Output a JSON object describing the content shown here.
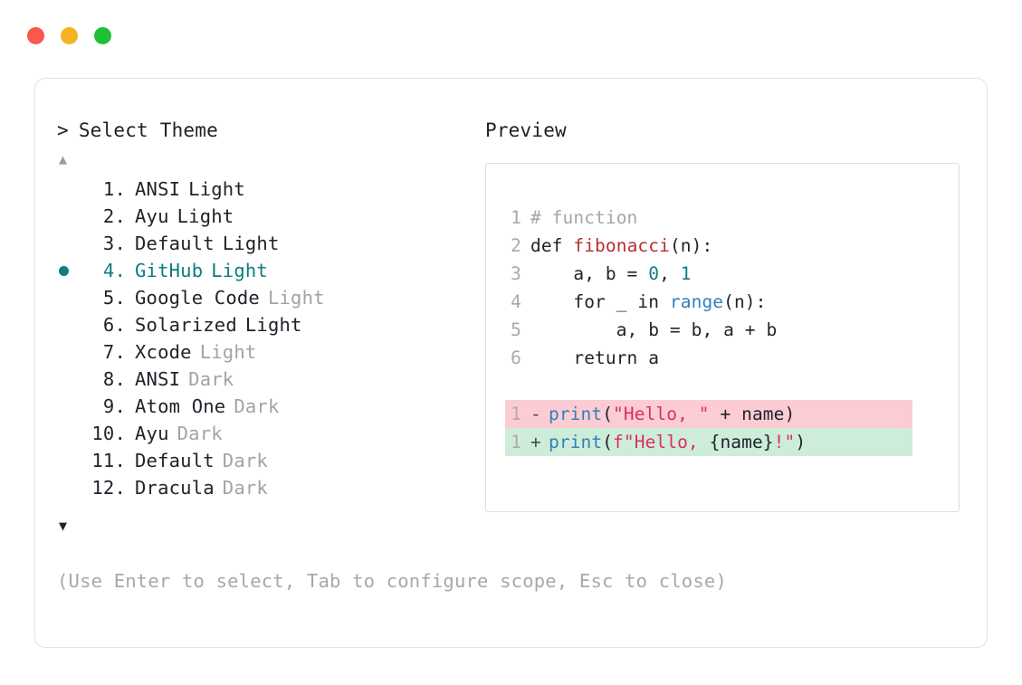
{
  "window": {
    "traffic_lights": [
      {
        "name": "close",
        "color": "#f8584f"
      },
      {
        "name": "minimize",
        "color": "#f5b322"
      },
      {
        "name": "maximize",
        "color": "#21bf35"
      }
    ]
  },
  "selector": {
    "prompt_caret": ">",
    "title": "Select Theme",
    "scroll_up_indicator": "▲",
    "scroll_down_indicator": "▼",
    "selected_index": 4,
    "bullet_glyph": "●",
    "items": [
      {
        "index": "1.",
        "name": "ANSI",
        "variant": "Light",
        "variant_muted": false,
        "selected": false
      },
      {
        "index": "2.",
        "name": "Ayu",
        "variant": "Light",
        "variant_muted": false,
        "selected": false
      },
      {
        "index": "3.",
        "name": "Default",
        "variant": "Light",
        "variant_muted": false,
        "selected": false
      },
      {
        "index": "4.",
        "name": "GitHub",
        "variant": "Light",
        "variant_muted": false,
        "selected": true
      },
      {
        "index": "5.",
        "name": "Google Code",
        "variant": "Light",
        "variant_muted": true,
        "selected": false
      },
      {
        "index": "6.",
        "name": "Solarized",
        "variant": "Light",
        "variant_muted": false,
        "selected": false
      },
      {
        "index": "7.",
        "name": "Xcode",
        "variant": "Light",
        "variant_muted": true,
        "selected": false
      },
      {
        "index": "8.",
        "name": "ANSI",
        "variant": "Dark",
        "variant_muted": true,
        "selected": false
      },
      {
        "index": "9.",
        "name": "Atom One",
        "variant": "Dark",
        "variant_muted": true,
        "selected": false
      },
      {
        "index": "10.",
        "name": "Ayu",
        "variant": "Dark",
        "variant_muted": true,
        "selected": false
      },
      {
        "index": "11.",
        "name": "Default",
        "variant": "Dark",
        "variant_muted": true,
        "selected": false
      },
      {
        "index": "12.",
        "name": "Dracula",
        "variant": "Dark",
        "variant_muted": true,
        "selected": false
      }
    ],
    "hint": "(Use Enter to select, Tab to configure scope, Esc to close)"
  },
  "preview": {
    "label": "Preview",
    "code_lines": [
      {
        "num": "1",
        "tokens": [
          {
            "t": "# function",
            "c": "comment"
          }
        ]
      },
      {
        "num": "2",
        "tokens": [
          {
            "t": "def ",
            "c": "kw"
          },
          {
            "t": "fibonacci",
            "c": "fn"
          },
          {
            "t": "(n):",
            "c": "punct"
          }
        ]
      },
      {
        "num": "3",
        "tokens": [
          {
            "t": "    a, b = ",
            "c": "plain"
          },
          {
            "t": "0",
            "c": "num"
          },
          {
            "t": ", ",
            "c": "plain"
          },
          {
            "t": "1",
            "c": "num"
          }
        ]
      },
      {
        "num": "4",
        "tokens": [
          {
            "t": "    for _ in ",
            "c": "plain"
          },
          {
            "t": "range",
            "c": "builtin"
          },
          {
            "t": "(n):",
            "c": "punct"
          }
        ]
      },
      {
        "num": "5",
        "tokens": [
          {
            "t": "        a, b = b, a + b",
            "c": "plain"
          }
        ]
      },
      {
        "num": "6",
        "tokens": [
          {
            "t": "    return a",
            "c": "plain"
          }
        ]
      }
    ],
    "diff_lines": [
      {
        "num": "1",
        "sign": "-",
        "kind": "del",
        "tokens": [
          {
            "t": "print",
            "c": "builtin"
          },
          {
            "t": "(",
            "c": "punct"
          },
          {
            "t": "\"Hello, \"",
            "c": "str"
          },
          {
            "t": " + name)",
            "c": "plain"
          }
        ]
      },
      {
        "num": "1",
        "sign": "+",
        "kind": "add",
        "tokens": [
          {
            "t": "print",
            "c": "builtin"
          },
          {
            "t": "(",
            "c": "punct"
          },
          {
            "t": "f\"Hello, ",
            "c": "str"
          },
          {
            "t": "{name}",
            "c": "plain"
          },
          {
            "t": "!\"",
            "c": "str"
          },
          {
            "t": ")",
            "c": "punct"
          }
        ]
      }
    ]
  },
  "colors": {
    "accent_teal": "#0d7d80",
    "syntax_function": "#b5302f",
    "syntax_builtin": "#3280b8",
    "syntax_string": "#de2e5c",
    "syntax_comment": "#a6a6a6",
    "diff_del_bg": "#fbccd3",
    "diff_add_bg": "#cdedd9",
    "border": "#e2e2e2"
  }
}
